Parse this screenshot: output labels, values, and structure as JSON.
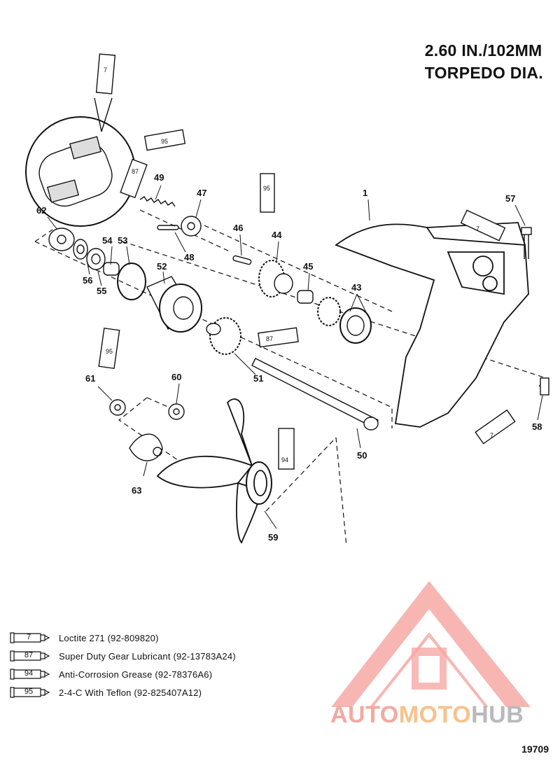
{
  "title": {
    "line1": "2.60 IN./102MM",
    "line2": "TORPEDO DIA."
  },
  "callouts": {
    "c1": "1",
    "c43": "43",
    "c44": "44",
    "c45": "45",
    "c46": "46",
    "c47": "47",
    "c48": "48",
    "c49": "49",
    "c50": "50",
    "c51": "51",
    "c52": "52",
    "c53": "53",
    "c54": "54",
    "c55": "55",
    "c56": "56",
    "c57": "57",
    "c58": "58",
    "c59": "59",
    "c60": "60",
    "c61": "61",
    "c62": "62",
    "c63": "63"
  },
  "tubes": {
    "t_top": "7",
    "t_detail": "95",
    "t_87a": "87",
    "t_95a": "95",
    "t_95b": "95",
    "t_87b": "87",
    "t_94": "94",
    "t_57": "7",
    "t_58": "7"
  },
  "legend": [
    {
      "code": "7",
      "text": "Loctite 271 (92-809820)"
    },
    {
      "code": "87",
      "text": "Super Duty Gear Lubricant (92-13783A24)"
    },
    {
      "code": "94",
      "text": "Anti-Corrosion Grease (92-78376A6)"
    },
    {
      "code": "95",
      "text": "2-4-C  With Teflon (92-825407A12)"
    }
  ],
  "watermark": {
    "part1": "AUTO",
    "part2": "MOTO",
    "part3": "HUB"
  },
  "figure_ref": "19709"
}
